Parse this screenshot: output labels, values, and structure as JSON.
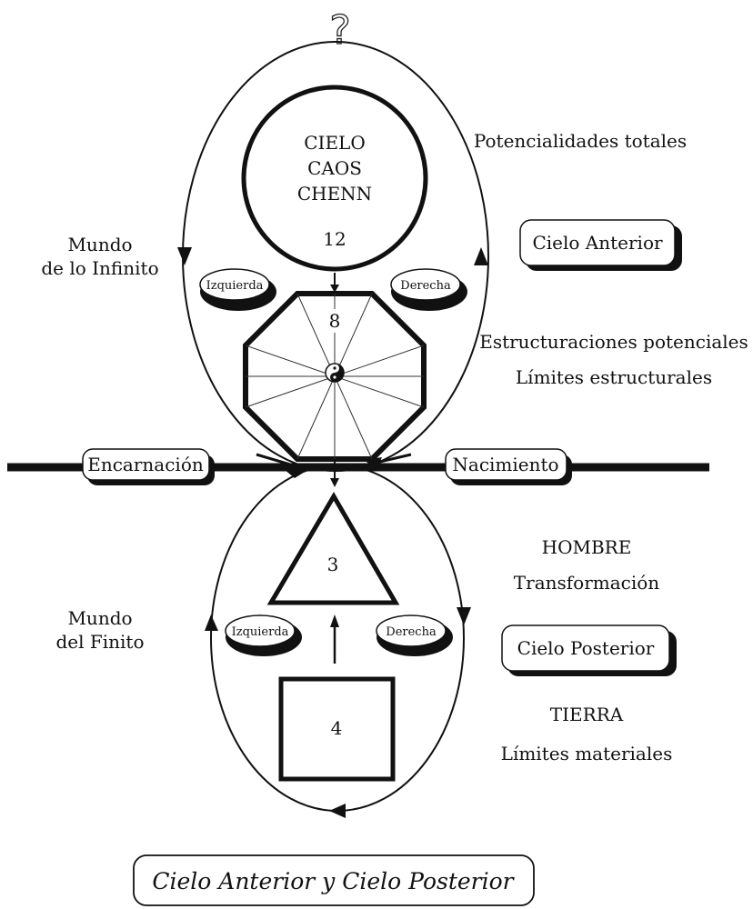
{
  "top_symbol": "?",
  "heaven": {
    "circle_lines": [
      "CIELO",
      "CAOS",
      "CHENN"
    ],
    "circle_number": "12",
    "octagon_number": "8",
    "left_badge": "Izquierda",
    "right_badge": "Derecha"
  },
  "earth": {
    "triangle_number": "3",
    "square_number": "4",
    "left_badge": "Izquierda",
    "right_badge": "Derecha"
  },
  "labels": {
    "mundo_infinito": [
      "Mundo",
      "de lo Infinito"
    ],
    "mundo_finito": [
      "Mundo",
      "del Finito"
    ],
    "potencialidades": "Potencialidades totales",
    "estructuraciones": "Estructuraciones potenciales",
    "limites_estructurales": "Límites estructurales",
    "hombre": "HOMBRE",
    "transformacion": "Transformación",
    "tierra": "TIERRA",
    "limites_materiales": "Límites materiales"
  },
  "boxes": {
    "cielo_anterior": "Cielo Anterior",
    "cielo_posterior": "Cielo Posterior",
    "encarnacion": "Encarnación",
    "nacimiento": "Nacimiento"
  },
  "caption": "Cielo Anterior y Cielo Posterior",
  "colors": {
    "ink": "#111111",
    "paper": "#ffffff",
    "shadow": "#222222"
  }
}
